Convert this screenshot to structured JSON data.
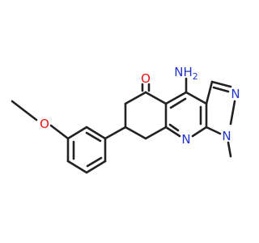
{
  "molecule": {
    "atoms": {
      "o_ketone": {
        "text": "O",
        "color": "#ee1111"
      },
      "nh2": {
        "text": "NH",
        "sub": "2",
        "color": "#2233cc"
      },
      "n_pyrazole_eq": {
        "text": "N",
        "color": "#2233cc"
      },
      "n_pyrazole_me": {
        "text": "N",
        "color": "#2233cc"
      },
      "n_pyridine": {
        "text": "N",
        "color": "#2233cc"
      },
      "o_methoxy": {
        "text": "O",
        "color": "#ee1111"
      }
    },
    "colors": {
      "carbon_bond": "#222222",
      "nitrogen": "#2233cc",
      "oxygen": "#ee1111"
    }
  }
}
